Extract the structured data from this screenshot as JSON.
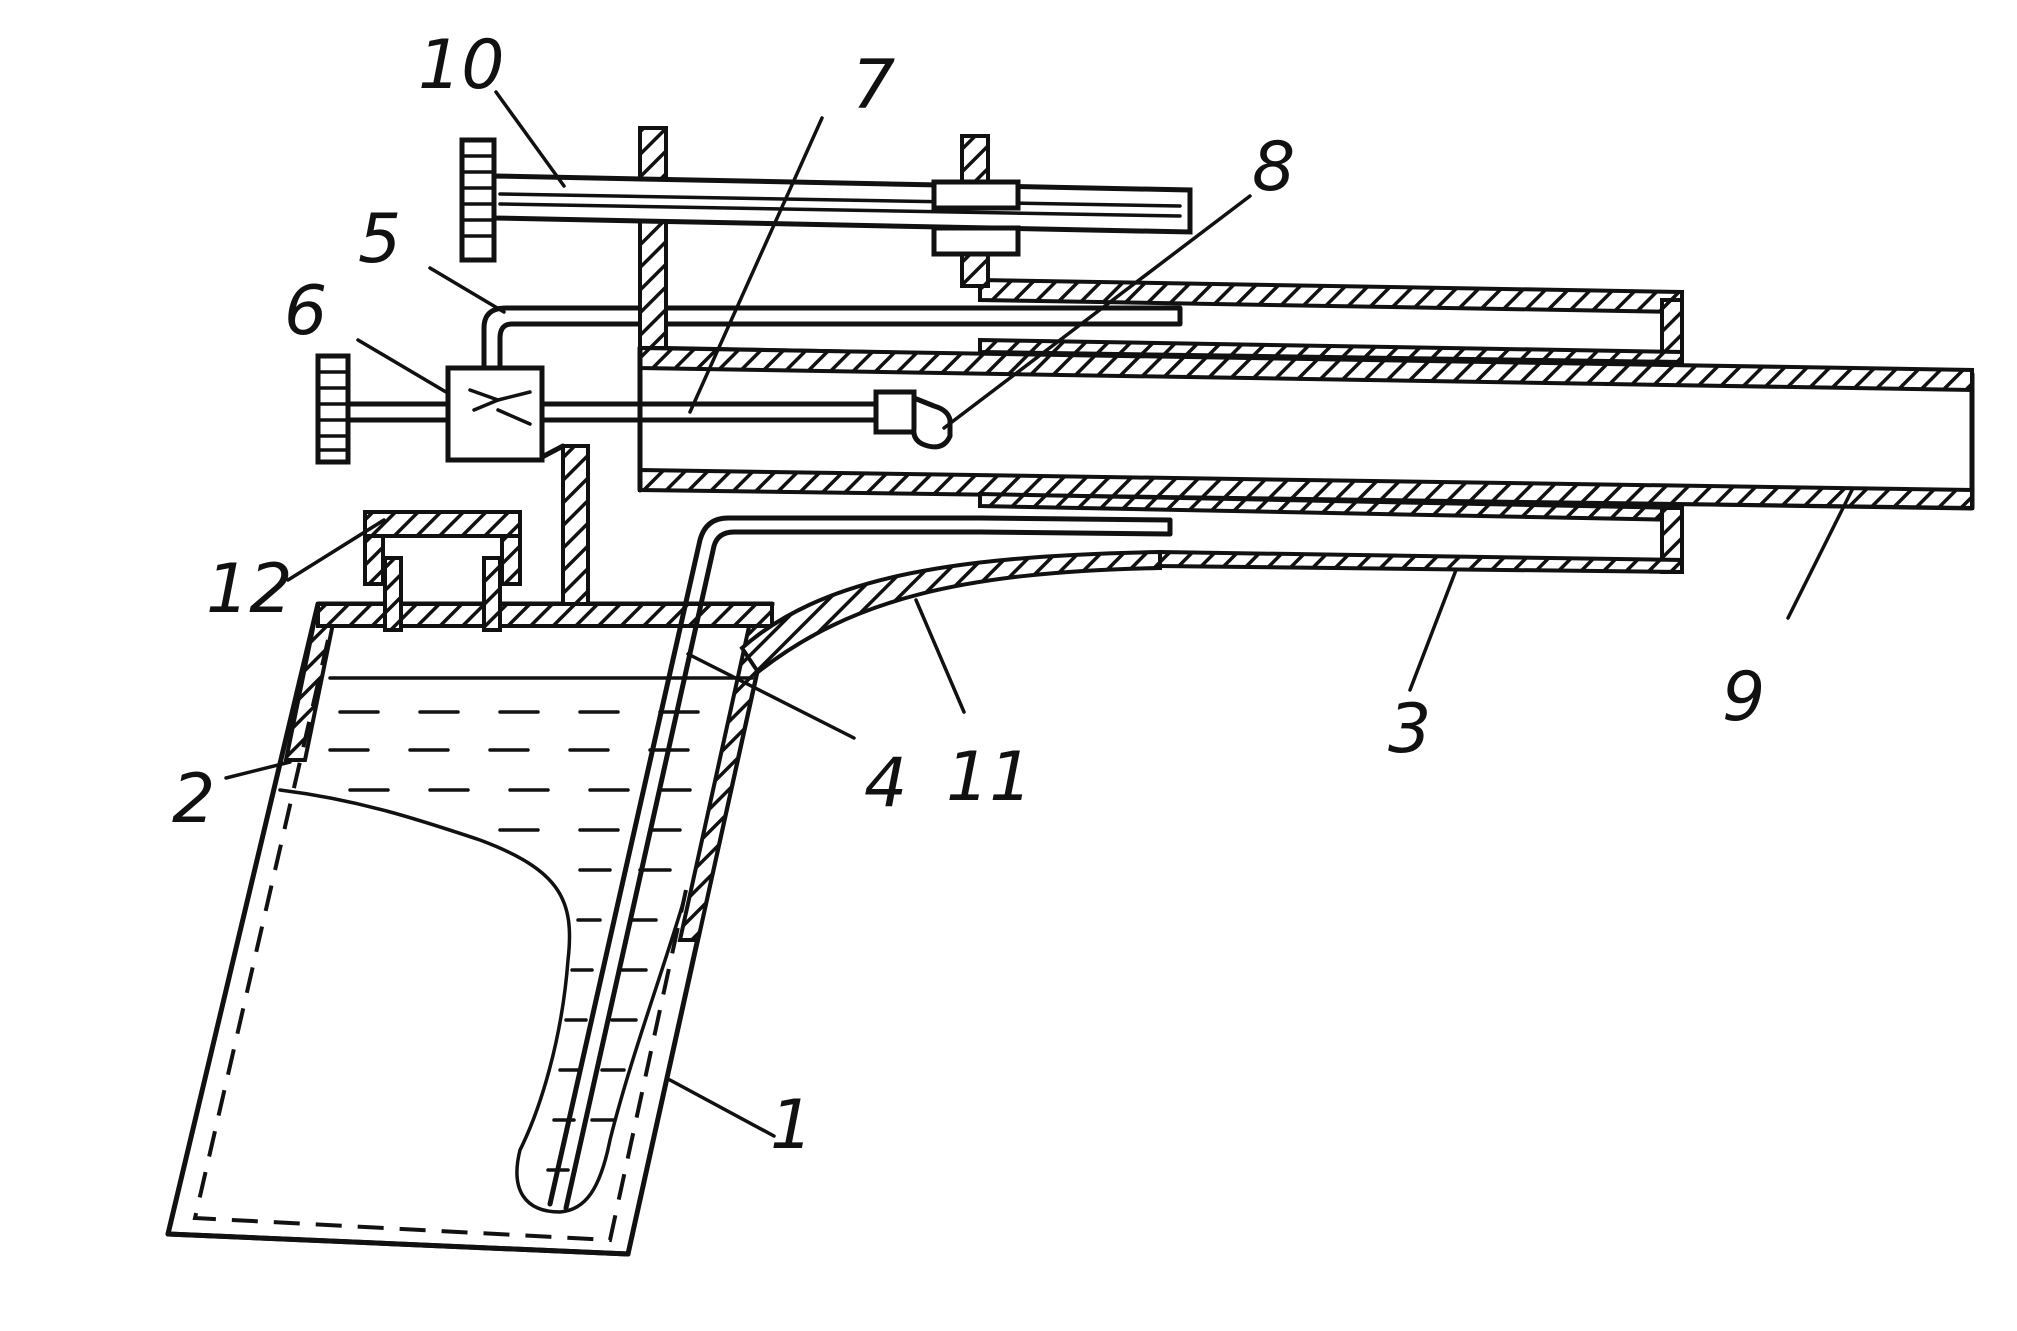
{
  "diagram": {
    "labels": {
      "l1": "1",
      "l2": "2",
      "l3": "3",
      "l4": "4",
      "l5": "5",
      "l6": "6",
      "l7": "7",
      "l8": "8",
      "l9": "9",
      "l10": "10",
      "l11": "11",
      "l12": "12"
    },
    "colors": {
      "ink": "#111111",
      "paper": "#ffffff"
    }
  }
}
